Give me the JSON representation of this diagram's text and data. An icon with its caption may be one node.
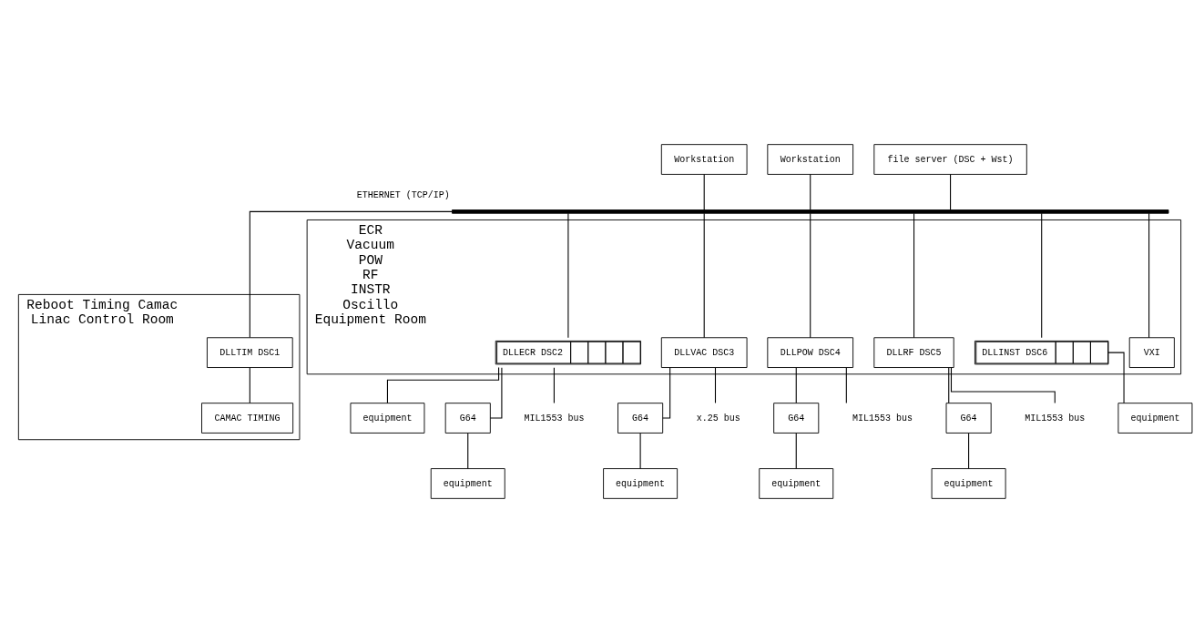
{
  "diagram": {
    "nodes": [
      {
        "text": [
          "Workstation"
        ]
      },
      {
        "text": [
          "Workstation"
        ]
      },
      {
        "text": [
          "file server (DSC + Wst)"
        ]
      },
      {
        "text": [],
        "shape": "bar",
        "beside": [
          "ETHERNET (TCP/IP)"
        ]
      },
      {
        "text": [
          "Reboot Timing Camac",
          "Linac Control Room"
        ]
      },
      {
        "text": [
          "DLLTIM DSC1"
        ],
        "in": 4
      },
      {
        "text": [
          "CAMAC TIMING"
        ],
        "in": 4
      },
      {
        "text": [
          "ECR",
          "Vacuum",
          "POW",
          "RF",
          "INSTR",
          "Oscillo",
          "Equipment Room"
        ]
      },
      {
        "text": [
          "DLLECR DSC2"
        ],
        "in": 7
      },
      {
        "text": [
          "DLLVAC DSC3"
        ],
        "in": 7
      },
      {
        "text": [
          "DLLPOW DSC4"
        ],
        "in": 7
      },
      {
        "text": [
          "DLLRF DSC5"
        ],
        "in": 7
      },
      {
        "text": [
          "DLLINST DSC6"
        ],
        "in": 7
      },
      {
        "text": [
          "VXI"
        ],
        "in": 7
      },
      {
        "text": [
          "equipment"
        ]
      },
      {
        "text": [
          "G64"
        ]
      },
      {
        "text": [
          "equipment"
        ]
      },
      {
        "text": [
          "G64"
        ]
      },
      {
        "text": [
          "equipment"
        ]
      },
      {
        "text": [
          "G64"
        ]
      },
      {
        "text": [
          "equipment"
        ]
      },
      {
        "text": [
          "G64"
        ]
      },
      {
        "text": [
          "equipment"
        ]
      },
      {
        "text": [
          "equipment"
        ]
      },
      {
        "text": [
          "MIL1553 bus"
        ]
      },
      {
        "text": [
          "x.25 bus"
        ]
      },
      {
        "text": [
          "MIL1553 bus"
        ]
      },
      {
        "text": [
          "MIL1553 bus"
        ]
      }
    ],
    "edges": [
      {
        "from": 0,
        "to": 3,
        "arrow": "none"
      },
      {
        "from": 1,
        "to": 3,
        "arrow": "none"
      },
      {
        "from": 2,
        "to": 3,
        "arrow": "none"
      },
      {
        "from": 3,
        "to": 5,
        "arrow": "none"
      },
      {
        "from": 3,
        "to": 8,
        "arrow": "none"
      },
      {
        "from": 3,
        "to": 9,
        "arrow": "none"
      },
      {
        "from": 3,
        "to": 10,
        "arrow": "none"
      },
      {
        "from": 3,
        "to": 11,
        "arrow": "none"
      },
      {
        "from": 3,
        "to": 12,
        "arrow": "none"
      },
      {
        "from": 3,
        "to": 13,
        "arrow": "none"
      },
      {
        "from": 5,
        "to": 6,
        "arrow": "none"
      },
      {
        "from": 8,
        "to": 14,
        "arrow": "none"
      },
      {
        "from": 8,
        "to": 15,
        "arrow": "none"
      },
      {
        "from": 8,
        "to": 24,
        "arrow": "none"
      },
      {
        "from": 15,
        "to": 16,
        "arrow": "none"
      },
      {
        "from": 9,
        "to": 17,
        "arrow": "none"
      },
      {
        "from": 9,
        "to": 25,
        "arrow": "none"
      },
      {
        "from": 17,
        "to": 18,
        "arrow": "none"
      },
      {
        "from": 10,
        "to": 19,
        "arrow": "none"
      },
      {
        "from": 10,
        "to": 26,
        "arrow": "none"
      },
      {
        "from": 19,
        "to": 20,
        "arrow": "none"
      },
      {
        "from": 11,
        "to": 21,
        "arrow": "none"
      },
      {
        "from": 11,
        "to": 27,
        "arrow": "none"
      },
      {
        "from": 21,
        "to": 22,
        "arrow": "none"
      },
      {
        "from": 12,
        "to": 23,
        "arrow": "none"
      }
    ]
  }
}
